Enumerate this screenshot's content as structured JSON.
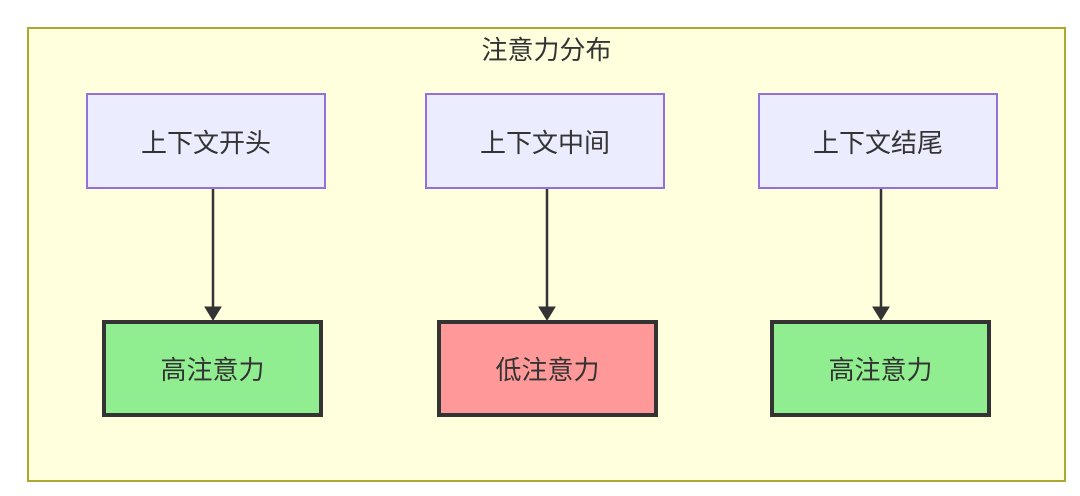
{
  "diagram": {
    "title": "注意力分布",
    "flows": [
      {
        "source": "上下文开头",
        "target": "高注意力",
        "attention": "high"
      },
      {
        "source": "上下文中间",
        "target": "低注意力",
        "attention": "low"
      },
      {
        "source": "上下文结尾",
        "target": "高注意力",
        "attention": "high"
      }
    ],
    "colors": {
      "cluster_fill": "#ffffde",
      "cluster_border": "#aaaa33",
      "source_fill": "#ececff",
      "source_border": "#9370db",
      "high_attention_fill": "#90ee90",
      "low_attention_fill": "#ff9999",
      "target_border": "#333333",
      "text": "#333333",
      "arrow": "#333333"
    }
  }
}
